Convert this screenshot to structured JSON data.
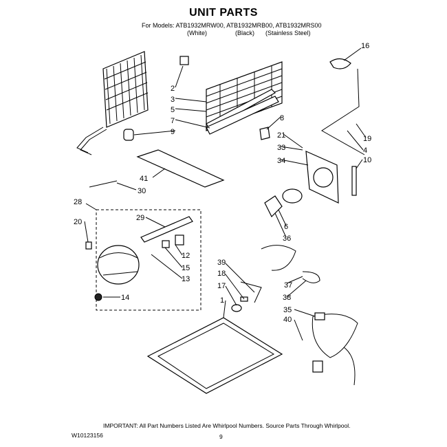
{
  "header": {
    "title": "UNIT PARTS",
    "models_line": "For Models: ATB1932MRW00, ATB1932MRB00, ATB1932MRS00",
    "variants": [
      "(White)",
      "(Black)",
      "(Stainless Steel)"
    ]
  },
  "callouts": [
    "16",
    "2",
    "3",
    "5",
    "7",
    "9",
    "8",
    "21",
    "19",
    "33",
    "4",
    "34",
    "10",
    "41",
    "30",
    "28",
    "29",
    "20",
    "6",
    "36",
    "12",
    "15",
    "13",
    "14",
    "39",
    "18",
    "17",
    "1",
    "37",
    "38",
    "35",
    "40"
  ],
  "footer": {
    "note": "IMPORTANT: All Part Numbers Listed Are Whirlpool Numbers. Source Parts Through Whirlpool.",
    "doc_code": "W10123156",
    "page": "9"
  }
}
